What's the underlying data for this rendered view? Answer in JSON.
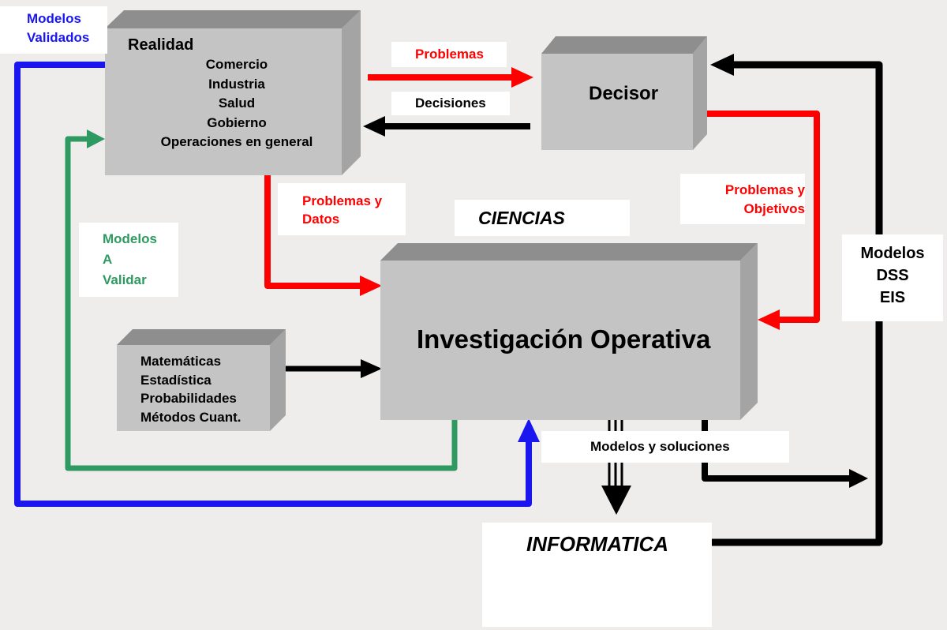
{
  "colors": {
    "background": "#eeedec",
    "box_front": "#c4c4c4",
    "box_top": "#8e8e8e",
    "box_side": "#a4a4a4",
    "red": "#ff0000",
    "blue": "#1a16f0",
    "green": "#2e9960",
    "black": "#000000"
  },
  "nodes": {
    "realidad": {
      "title": "Realidad",
      "items": [
        "Comercio",
        "Industria",
        "Salud",
        "Gobierno",
        "Operaciones en general"
      ]
    },
    "decisor": {
      "title": "Decisor"
    },
    "investigacion": {
      "title": "Investigación Operativa"
    },
    "matematicas": {
      "items": [
        "Matemáticas",
        "Estadística",
        "Probabilidades",
        "Métodos Cuant."
      ]
    },
    "ciencias": {
      "title": "CIENCIAS"
    },
    "informatica": {
      "title": "INFORMATICA"
    }
  },
  "edge_labels": {
    "modelos_validados": [
      "Modelos",
      "Validados"
    ],
    "problemas": "Problemas",
    "decisiones": "Decisiones",
    "problemas_datos": [
      "Problemas y",
      "Datos"
    ],
    "modelos_a_validar": [
      "Modelos",
      "A",
      "Validar"
    ],
    "problemas_objetivos": [
      "Problemas y",
      "Objetivos"
    ],
    "modelos_dss_eis": [
      "Modelos",
      "DSS",
      "EIS"
    ],
    "modelos_soluciones": "Modelos y  soluciones"
  }
}
